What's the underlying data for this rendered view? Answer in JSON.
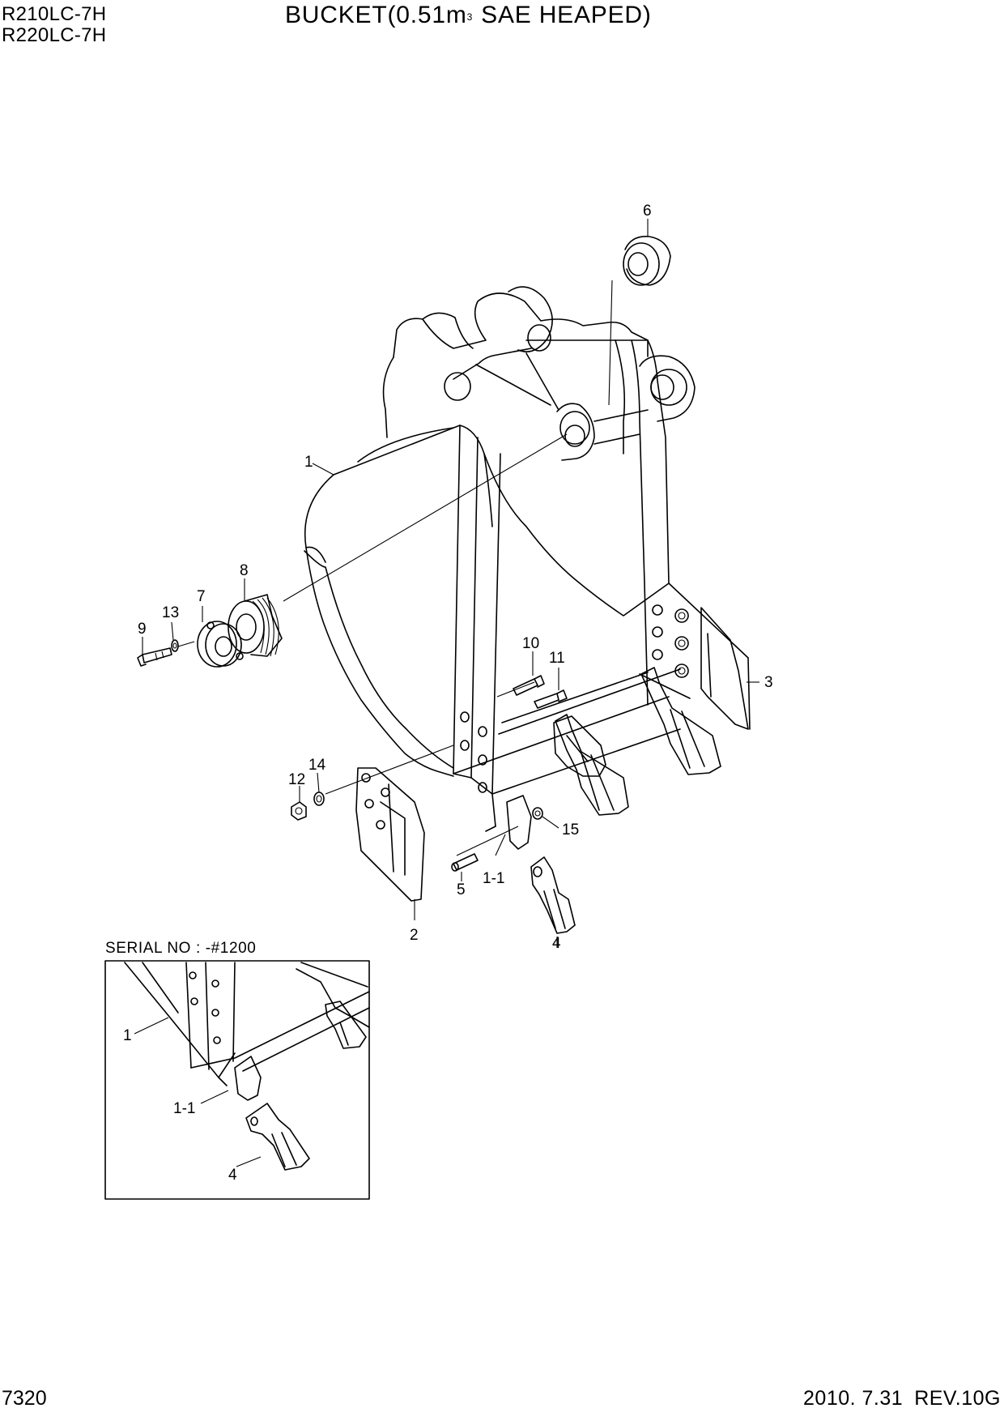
{
  "header": {
    "models": [
      "R210LC-7H",
      "R220LC-7H"
    ],
    "title_prefix": "BUCKET(0.51m",
    "title_superscript": "3",
    "title_suffix": "SAE HEAPED)"
  },
  "footer": {
    "page_number": "7320",
    "date": "2010. 7.31",
    "revision": "REV.10G"
  },
  "callouts": {
    "c1": "1",
    "c2": "2",
    "c3": "3",
    "c4": "4",
    "c5": "5",
    "c6": "6",
    "c7": "7",
    "c8": "8",
    "c9": "9",
    "c10": "10",
    "c11": "11",
    "c12": "12",
    "c13": "13",
    "c14": "14",
    "c15": "15",
    "c1_1": "1-1"
  },
  "inset": {
    "label": "SERIAL NO : -#1200",
    "callouts": {
      "c1": "1",
      "c1_1": "1-1",
      "c4": "4"
    }
  }
}
